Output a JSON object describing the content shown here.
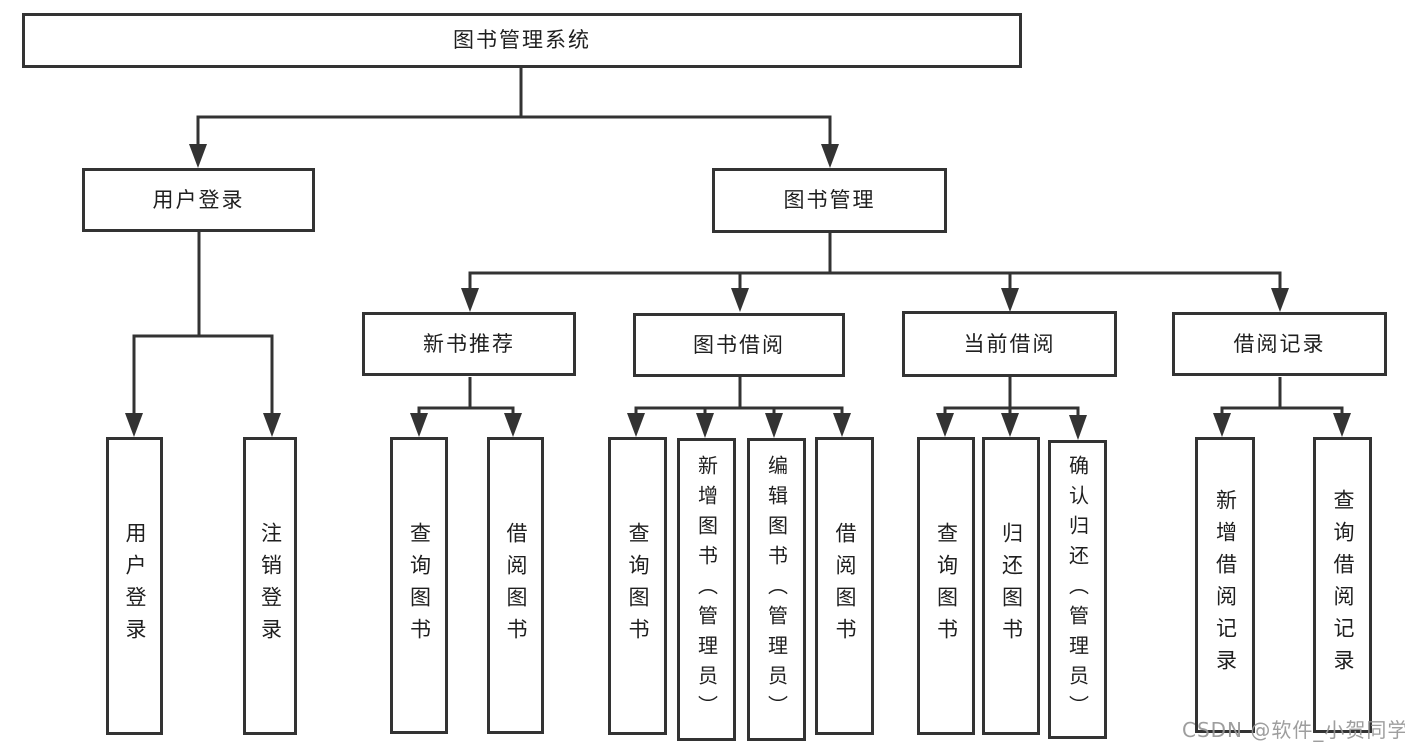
{
  "root": {
    "label": "图书管理系统"
  },
  "level2": [
    {
      "label": "用户登录"
    },
    {
      "label": "图书管理"
    }
  ],
  "level3": [
    {
      "label": "新书推荐",
      "parent": "图书管理"
    },
    {
      "label": "图书借阅",
      "parent": "图书管理"
    },
    {
      "label": "当前借阅",
      "parent": "图书管理"
    },
    {
      "label": "借阅记录",
      "parent": "图书管理"
    }
  ],
  "leaves": [
    {
      "label": "用户登录",
      "parent": "用户登录"
    },
    {
      "label": "注销登录",
      "parent": "用户登录"
    },
    {
      "label": "查询图书",
      "parent": "新书推荐"
    },
    {
      "label": "借阅图书",
      "parent": "新书推荐"
    },
    {
      "label": "查询图书",
      "parent": "图书借阅"
    },
    {
      "label": "新增图书（管理员）",
      "parent": "图书借阅"
    },
    {
      "label": "编辑图书（管理员）",
      "parent": "图书借阅"
    },
    {
      "label": "借阅图书",
      "parent": "图书借阅"
    },
    {
      "label": "查询图书",
      "parent": "当前借阅"
    },
    {
      "label": "归还图书",
      "parent": "当前借阅"
    },
    {
      "label": "确认归还（管理员）",
      "parent": "当前借阅"
    },
    {
      "label": "新增借阅记录",
      "parent": "借阅记录"
    },
    {
      "label": "查询借阅记录",
      "parent": "借阅记录"
    }
  ],
  "watermark": {
    "text": "CSDN @软件_小贺同学"
  },
  "colors": {
    "line": "#333333",
    "text": "#1f1f1f",
    "background": "#ffffff",
    "watermark": "#969696"
  }
}
